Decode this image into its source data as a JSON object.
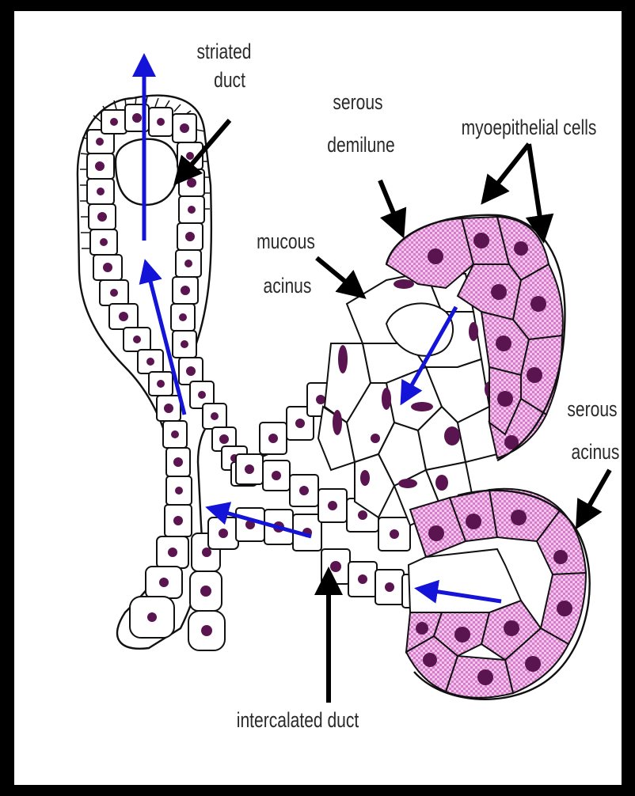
{
  "figure": {
    "labels": {
      "striated_duct": [
        "striated",
        "duct"
      ],
      "serous_demilune": [
        "serous",
        "demilune"
      ],
      "myoepithelial_cells": "myoepithelial cells",
      "mucous_acinus": [
        "mucous",
        "acinus"
      ],
      "serous_acinus": [
        "serous",
        "acinus"
      ],
      "intercalated_duct": "intercalated duct"
    },
    "colors": {
      "background_frame": "#000000",
      "canvas": "#ffffff",
      "serous_cells": "#e9a0dd",
      "nuclei": "#5a1450",
      "flow_arrows": "#1414d8",
      "label_arrows": "#000000"
    },
    "icons": {
      "flow_arrow": "blue-flow-arrow-icon",
      "label_pointer": "black-pointer-arrow-icon"
    }
  }
}
